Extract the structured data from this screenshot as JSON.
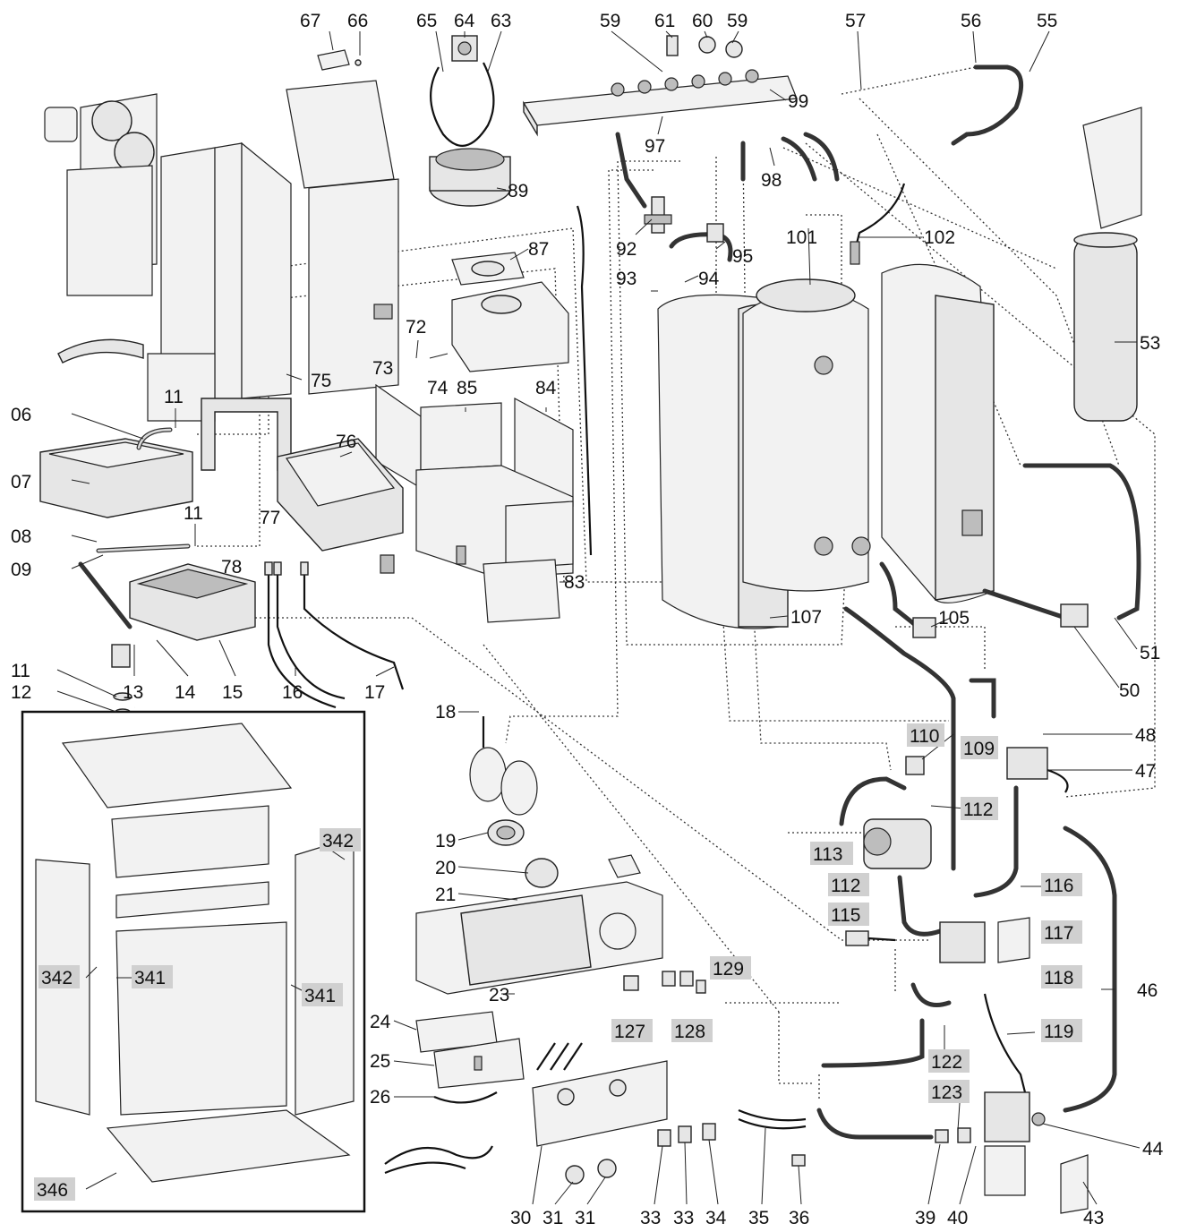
{
  "callouts": [
    {
      "id": "c67",
      "text": "67"
    },
    {
      "id": "c66",
      "text": "66"
    },
    {
      "id": "c65",
      "text": "65"
    },
    {
      "id": "c64",
      "text": "64"
    },
    {
      "id": "c63",
      "text": "63"
    },
    {
      "id": "c59a",
      "text": "59"
    },
    {
      "id": "c61",
      "text": "61"
    },
    {
      "id": "c60",
      "text": "60"
    },
    {
      "id": "c59b",
      "text": "59"
    },
    {
      "id": "c57",
      "text": "57"
    },
    {
      "id": "c56",
      "text": "56"
    },
    {
      "id": "c55",
      "text": "55"
    },
    {
      "id": "c99",
      "text": "99"
    },
    {
      "id": "c97",
      "text": "97"
    },
    {
      "id": "c98",
      "text": "98"
    },
    {
      "id": "c89",
      "text": "89"
    },
    {
      "id": "c101",
      "text": "101"
    },
    {
      "id": "c102",
      "text": "102"
    },
    {
      "id": "c92",
      "text": "92"
    },
    {
      "id": "c95",
      "text": "95"
    },
    {
      "id": "c87",
      "text": "87"
    },
    {
      "id": "c93",
      "text": "93"
    },
    {
      "id": "c94",
      "text": "94"
    },
    {
      "id": "c53",
      "text": "53"
    },
    {
      "id": "c72",
      "text": "72"
    },
    {
      "id": "c73",
      "text": "73"
    },
    {
      "id": "c74",
      "text": "74"
    },
    {
      "id": "c75",
      "text": "75"
    },
    {
      "id": "c85",
      "text": "85"
    },
    {
      "id": "c84",
      "text": "84"
    },
    {
      "id": "c06",
      "text": "06"
    },
    {
      "id": "c11a",
      "text": "11"
    },
    {
      "id": "c76",
      "text": "76"
    },
    {
      "id": "c07",
      "text": "07"
    },
    {
      "id": "c11b",
      "text": "11"
    },
    {
      "id": "c77",
      "text": "77"
    },
    {
      "id": "c08",
      "text": "08"
    },
    {
      "id": "c09",
      "text": "09"
    },
    {
      "id": "c78",
      "text": "78"
    },
    {
      "id": "c83",
      "text": "83"
    },
    {
      "id": "c107",
      "text": "107"
    },
    {
      "id": "c105",
      "text": "105"
    },
    {
      "id": "c51",
      "text": "51"
    },
    {
      "id": "c50",
      "text": "50"
    },
    {
      "id": "c11c",
      "text": "11"
    },
    {
      "id": "c12",
      "text": "12"
    },
    {
      "id": "c13",
      "text": "13"
    },
    {
      "id": "c14",
      "text": "14"
    },
    {
      "id": "c15",
      "text": "15"
    },
    {
      "id": "c16",
      "text": "16"
    },
    {
      "id": "c17",
      "text": "17"
    },
    {
      "id": "c18",
      "text": "18"
    },
    {
      "id": "c110",
      "text": "110"
    },
    {
      "id": "c48",
      "text": "48"
    },
    {
      "id": "c109",
      "text": "109"
    },
    {
      "id": "c47",
      "text": "47"
    },
    {
      "id": "c112a",
      "text": "112"
    },
    {
      "id": "c19",
      "text": "19"
    },
    {
      "id": "c113",
      "text": "113"
    },
    {
      "id": "c342a",
      "text": "342"
    },
    {
      "id": "c20",
      "text": "20"
    },
    {
      "id": "c112b",
      "text": "112"
    },
    {
      "id": "c116",
      "text": "116"
    },
    {
      "id": "c21",
      "text": "21"
    },
    {
      "id": "c115",
      "text": "115"
    },
    {
      "id": "c117",
      "text": "117"
    },
    {
      "id": "c342b",
      "text": "342"
    },
    {
      "id": "c341a",
      "text": "341"
    },
    {
      "id": "c341b",
      "text": "341"
    },
    {
      "id": "c129",
      "text": "129"
    },
    {
      "id": "c118",
      "text": "118"
    },
    {
      "id": "c46",
      "text": "46"
    },
    {
      "id": "c23",
      "text": "23"
    },
    {
      "id": "c127",
      "text": "127"
    },
    {
      "id": "c128",
      "text": "128"
    },
    {
      "id": "c24",
      "text": "24"
    },
    {
      "id": "c119",
      "text": "119"
    },
    {
      "id": "c25",
      "text": "25"
    },
    {
      "id": "c122",
      "text": "122"
    },
    {
      "id": "c123",
      "text": "123"
    },
    {
      "id": "c26",
      "text": "26"
    },
    {
      "id": "c44",
      "text": "44"
    },
    {
      "id": "c346",
      "text": "346"
    },
    {
      "id": "c30",
      "text": "30"
    },
    {
      "id": "c31a",
      "text": "31"
    },
    {
      "id": "c31b",
      "text": "31"
    },
    {
      "id": "c33a",
      "text": "33"
    },
    {
      "id": "c33b",
      "text": "33"
    },
    {
      "id": "c34",
      "text": "34"
    },
    {
      "id": "c35",
      "text": "35"
    },
    {
      "id": "c36",
      "text": "36"
    },
    {
      "id": "c39",
      "text": "39"
    },
    {
      "id": "c40",
      "text": "40"
    },
    {
      "id": "c43",
      "text": "43"
    }
  ]
}
